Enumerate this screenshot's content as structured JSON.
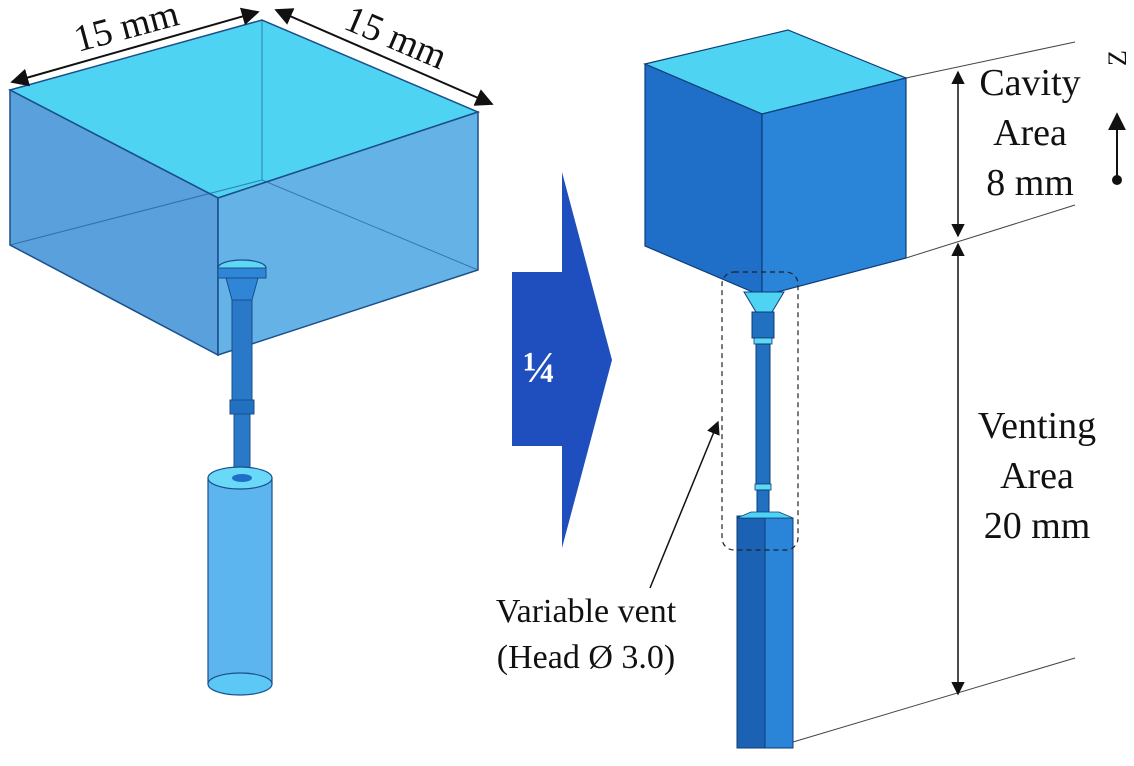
{
  "left_model": {
    "width_label": "15 mm",
    "depth_label": "15 mm"
  },
  "arrow": {
    "label": "¼"
  },
  "right_model": {
    "cavity_label_line1": "Cavity",
    "cavity_label_line2": "Area",
    "cavity_label_line3": "8 mm",
    "venting_label_line1": "Venting",
    "venting_label_line2": "Area",
    "venting_label_line3": "20 mm",
    "vent_label_line1": "Variable vent",
    "vent_label_line2": "(Head  Ø 3.0)",
    "axis_label": "Z"
  },
  "colors": {
    "box_top": "#4fd3f3",
    "box_side_dark": "#1f6fc8",
    "box_side_light": "#2a84d8",
    "arrow_fill": "#1f4fbf"
  }
}
